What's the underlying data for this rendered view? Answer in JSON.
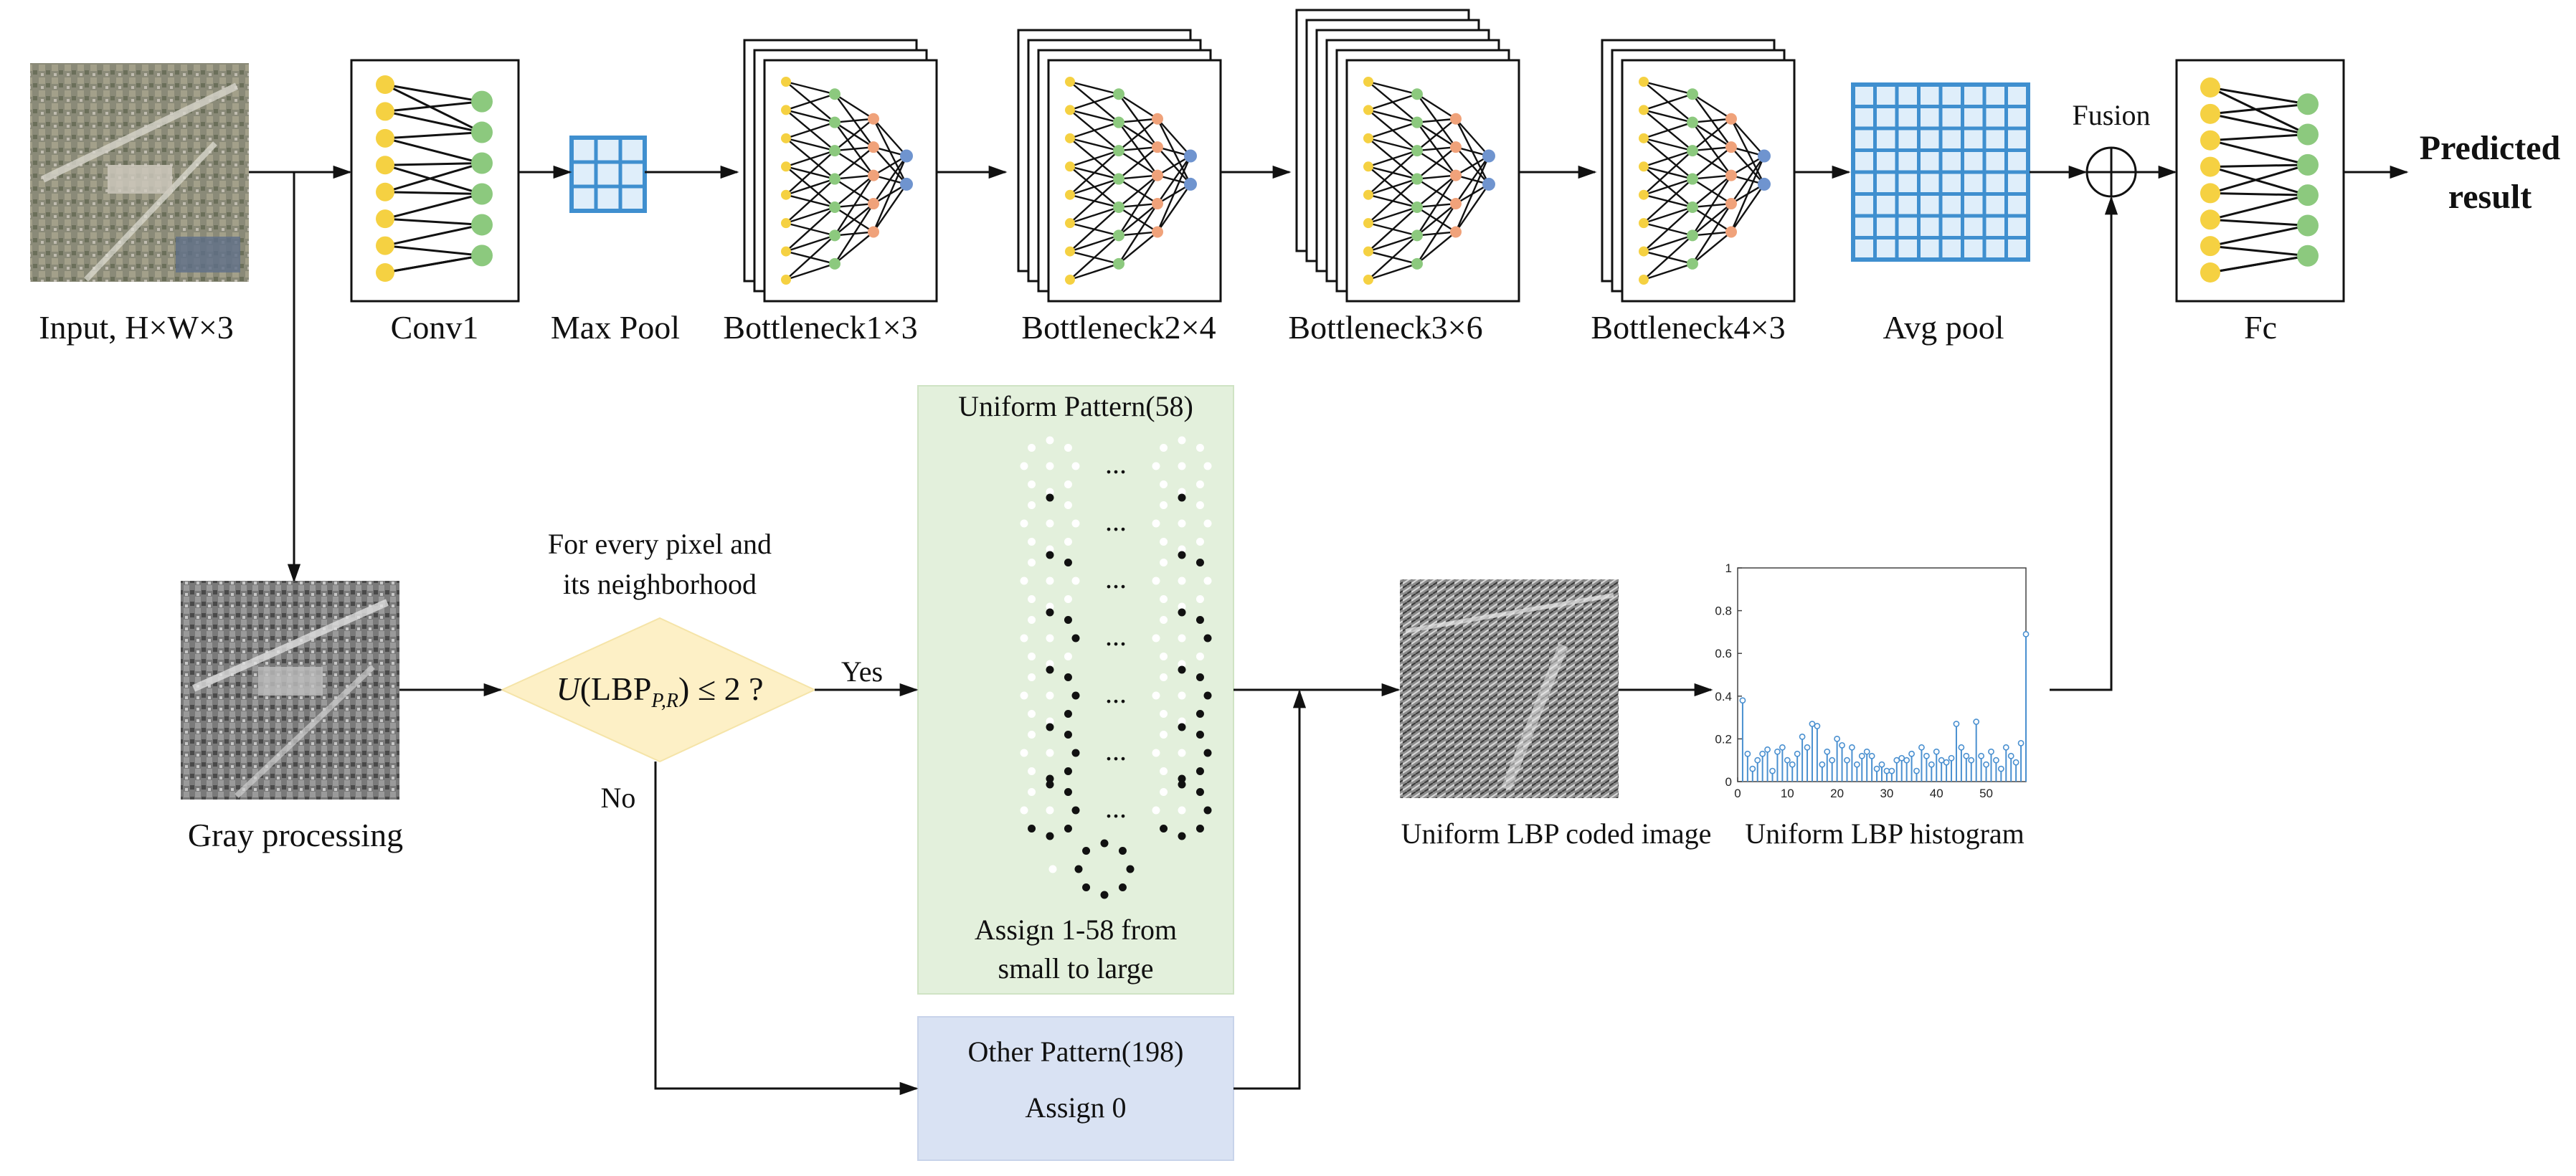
{
  "labels": {
    "input": "Input, H×W×3",
    "conv1": "Conv1",
    "maxpool": "Max Pool",
    "b1": "Bottleneck1×3",
    "b2": "Bottleneck2×4",
    "b3": "Bottleneck3×6",
    "b4": "Bottleneck4×3",
    "avgpool": "Avg pool",
    "fusion": "Fusion",
    "fc": "Fc",
    "predicted1": "Predicted",
    "predicted2": "result",
    "gray": "Gray processing",
    "question1": "For every pixel and",
    "question2": "its neighborhood",
    "decision_u": "U",
    "decision_lbp": "(LBP",
    "decision_sub": "P,R",
    "decision_rest": ") ≤ 2 ?",
    "yes": "Yes",
    "no": "No",
    "uniform_title": "Uniform Pattern(58)",
    "uniform_assign1": "Assign 1-58 from",
    "uniform_assign2": "small to large",
    "ellipsis": "...",
    "other_title": "Other Pattern(198)",
    "other_assign": "Assign 0",
    "coded": "Uniform LBP coded image",
    "hist": "Uniform LBP histogram"
  },
  "colors": {
    "uniform_bg": "#e3f0dc",
    "other_bg": "#d9e2f3",
    "decision_fill": "#fdf0c6",
    "grid_blue": "#3f8fcf",
    "grid_fill": "#dfeefa",
    "node_yellow": "#f5d142",
    "node_green": "#8cc97e",
    "node_orange": "#f0a27a",
    "node_blue": "#6f94cf",
    "hist_blue": "#4a90d0"
  },
  "chart_data": {
    "type": "bar",
    "title": "Uniform LBP histogram",
    "x": [
      1,
      2,
      3,
      4,
      5,
      6,
      7,
      8,
      9,
      10,
      11,
      12,
      13,
      14,
      15,
      16,
      17,
      18,
      19,
      20,
      21,
      22,
      23,
      24,
      25,
      26,
      27,
      28,
      29,
      30,
      31,
      32,
      33,
      34,
      35,
      36,
      37,
      38,
      39,
      40,
      41,
      42,
      43,
      44,
      45,
      46,
      47,
      48,
      49,
      50,
      51,
      52,
      53,
      54,
      55,
      56,
      57,
      58
    ],
    "values": [
      0.38,
      0.13,
      0.06,
      0.1,
      0.13,
      0.15,
      0.05,
      0.14,
      0.16,
      0.1,
      0.08,
      0.13,
      0.21,
      0.16,
      0.27,
      0.26,
      0.08,
      0.14,
      0.1,
      0.2,
      0.17,
      0.1,
      0.16,
      0.08,
      0.12,
      0.14,
      0.12,
      0.06,
      0.08,
      0.05,
      0.05,
      0.1,
      0.11,
      0.1,
      0.13,
      0.05,
      0.16,
      0.12,
      0.08,
      0.14,
      0.1,
      0.09,
      0.11,
      0.27,
      0.16,
      0.12,
      0.1,
      0.28,
      0.12,
      0.08,
      0.14,
      0.1,
      0.06,
      0.16,
      0.12,
      0.09,
      0.18,
      0.69
    ],
    "xlim": [
      0,
      58
    ],
    "ylim": [
      0,
      1
    ],
    "xticks": [
      0,
      10,
      20,
      30,
      40,
      50
    ],
    "yticks": [
      0,
      0.2,
      0.4,
      0.6,
      0.8,
      1
    ],
    "ytick_labels": [
      "0",
      "0.2",
      "0.4",
      "0.6",
      "0.8",
      "1"
    ],
    "style": "stem"
  }
}
